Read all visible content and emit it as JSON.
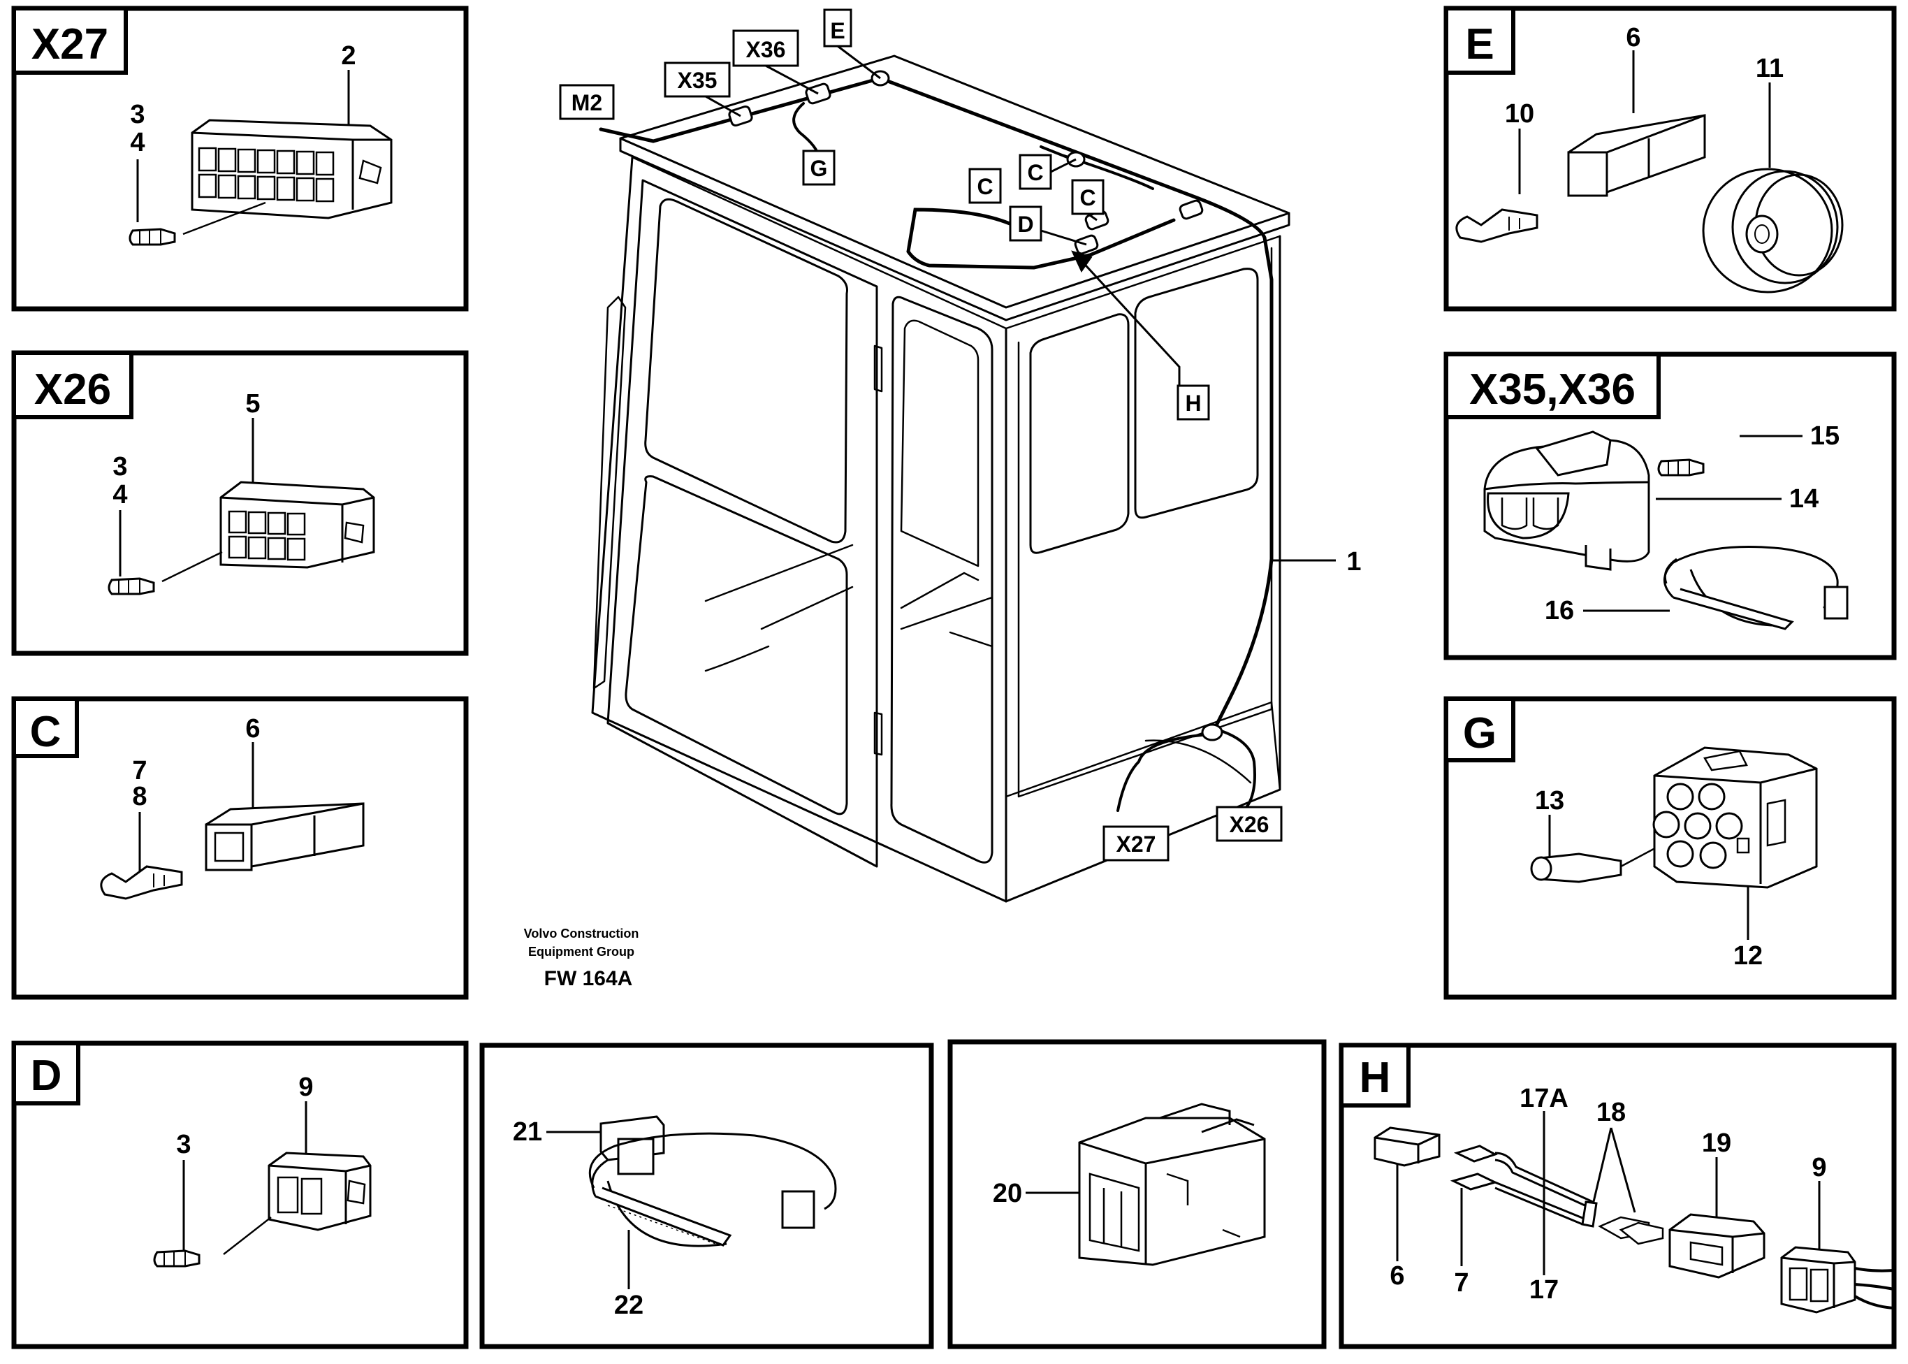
{
  "panels": {
    "x27": {
      "title": "X27",
      "labels": [
        "2",
        "3",
        "4"
      ]
    },
    "x26": {
      "title": "X26",
      "labels": [
        "5",
        "3",
        "4"
      ]
    },
    "c": {
      "title": "C",
      "labels": [
        "6",
        "7",
        "8"
      ]
    },
    "e": {
      "title": "E",
      "labels": [
        "6",
        "10",
        "11"
      ]
    },
    "x35x36": {
      "title": "X35,X36",
      "labels": [
        "15",
        "14",
        "16"
      ]
    },
    "g": {
      "title": "G",
      "labels": [
        "13",
        "12"
      ]
    },
    "d": {
      "title": "D",
      "labels": [
        "9",
        "3"
      ]
    },
    "ties": {
      "labels": [
        "21",
        "22"
      ]
    },
    "housing": {
      "labels": [
        "20"
      ]
    },
    "h": {
      "title": "H",
      "labels": [
        "17A",
        "18",
        "19",
        "9",
        "6",
        "7",
        "17"
      ]
    }
  },
  "main": {
    "callouts": [
      "E",
      "X36",
      "X35",
      "M2",
      "G",
      "C",
      "C",
      "C",
      "D",
      "H",
      "X27",
      "X26"
    ],
    "harness_label": "1"
  },
  "footer": {
    "company_line1": "Volvo Construction",
    "company_line2": "Equipment Group",
    "code": "FW 164A"
  }
}
